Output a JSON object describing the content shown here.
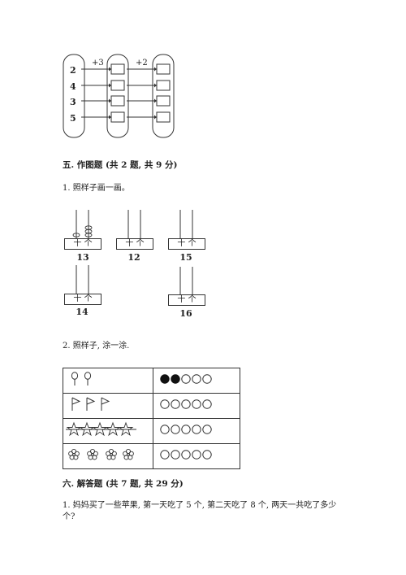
{
  "flow": {
    "inputs": [
      "2",
      "4",
      "3",
      "5"
    ],
    "op1": "+3",
    "op2": "+2"
  },
  "section5": {
    "heading": "五. 作图题 (共 2 题, 共 9 分)",
    "q1": "1. 照样子画一画。",
    "abacus_header": "十 个",
    "abacus_labels": [
      "13",
      "12",
      "15",
      "14",
      "16"
    ],
    "q2": "2. 照样子, 涂一涂.",
    "rows": [
      {
        "name": "balloons",
        "filled": 2,
        "total": 5
      },
      {
        "name": "flags",
        "filled": 0,
        "total": 5
      },
      {
        "name": "stars",
        "filled": 0,
        "total": 5
      },
      {
        "name": "flowers",
        "filled": 0,
        "total": 5
      }
    ]
  },
  "section6": {
    "heading": "六. 解答题 (共 7 题, 共 29 分)",
    "q1_line1": "1. 妈妈买了一些苹果, 第一天吃了 5 个, 第二天吃了 8 个, 两天一共吃了多少",
    "q1_line2": "个?"
  }
}
